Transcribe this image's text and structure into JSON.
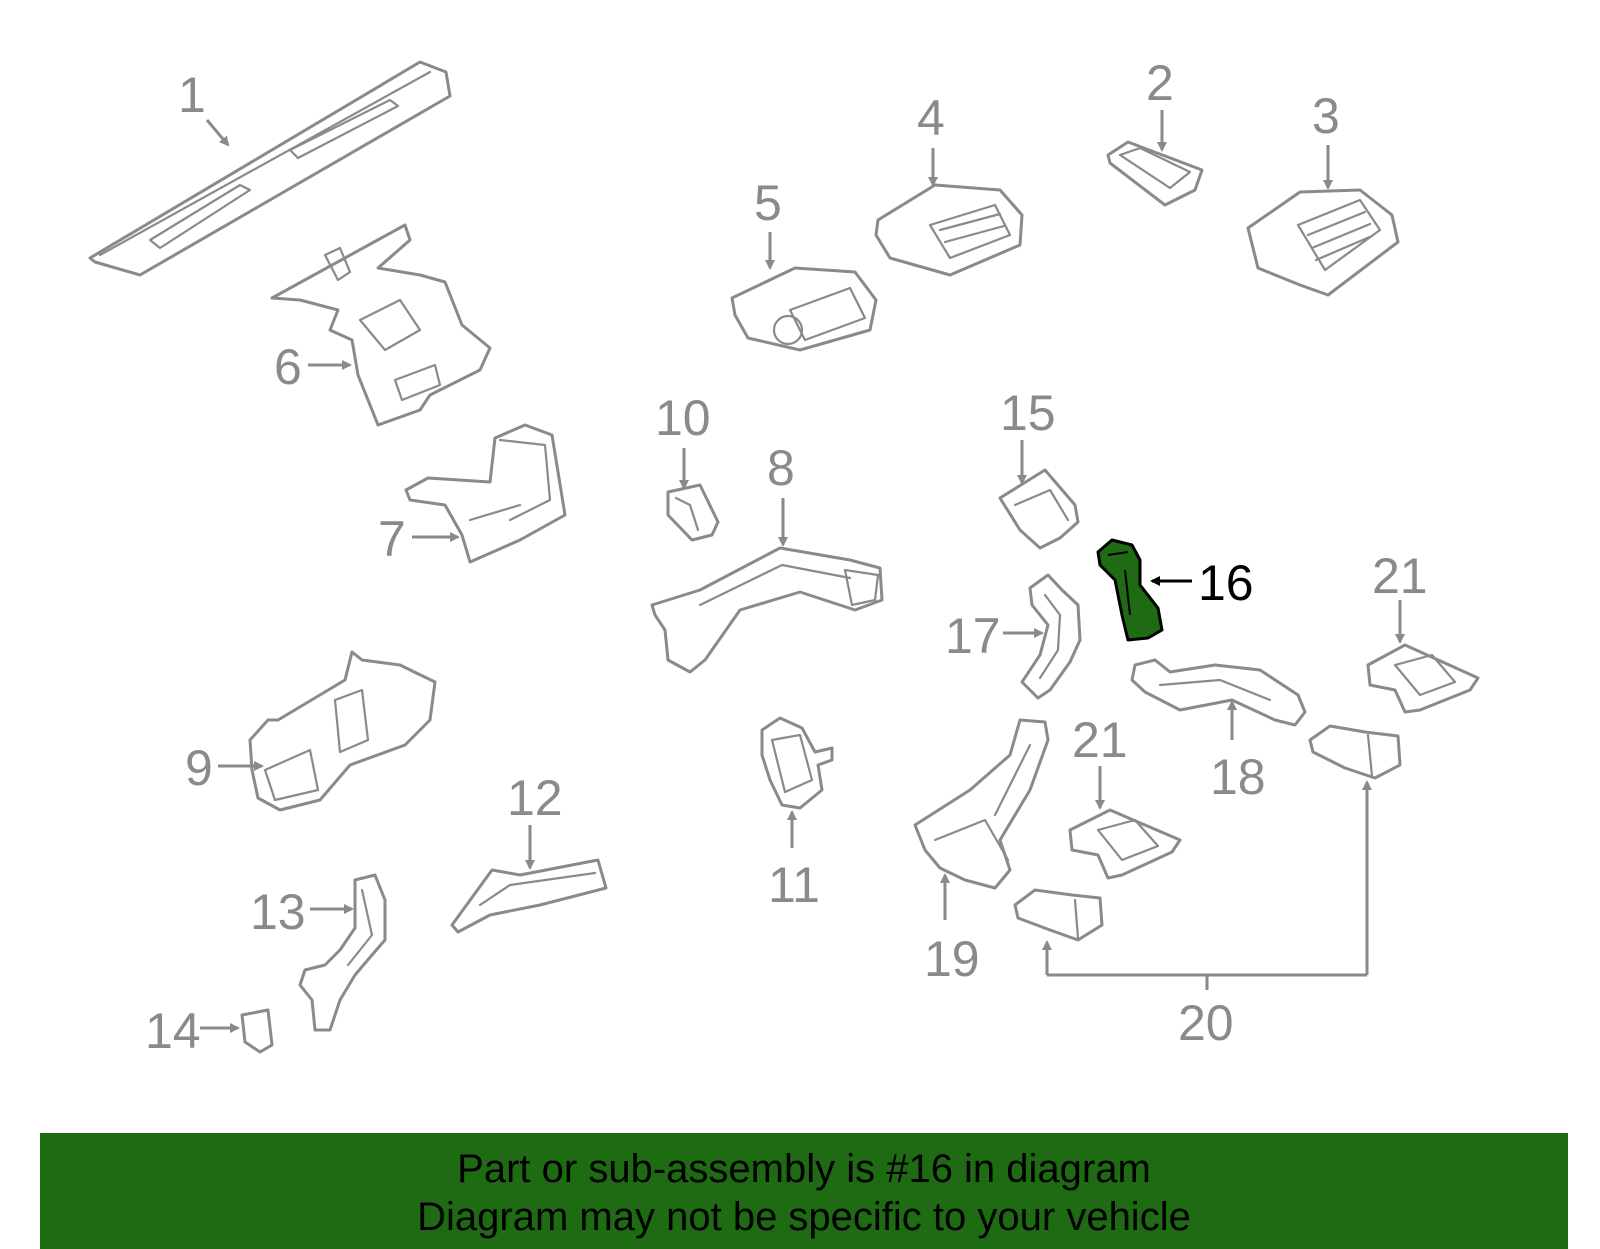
{
  "callouts": {
    "n1": "1",
    "n2": "2",
    "n3": "3",
    "n4": "4",
    "n5": "5",
    "n6": "6",
    "n7": "7",
    "n8": "8",
    "n9": "9",
    "n10": "10",
    "n11": "11",
    "n12": "12",
    "n13": "13",
    "n14": "14",
    "n15": "15",
    "n16": "16",
    "n17": "17",
    "n18": "18",
    "n19": "19",
    "n20": "20",
    "n21a": "21",
    "n21b": "21"
  },
  "highlight": {
    "part": "16",
    "color": "#1f6b14"
  },
  "banner": {
    "line1": "Part or sub-assembly is #16 in diagram",
    "line2": "Diagram may not be specific to your vehicle"
  },
  "colors": {
    "line": "#8a8a8a",
    "highlight": "#1f6b14",
    "banner": "#1f6b14"
  }
}
